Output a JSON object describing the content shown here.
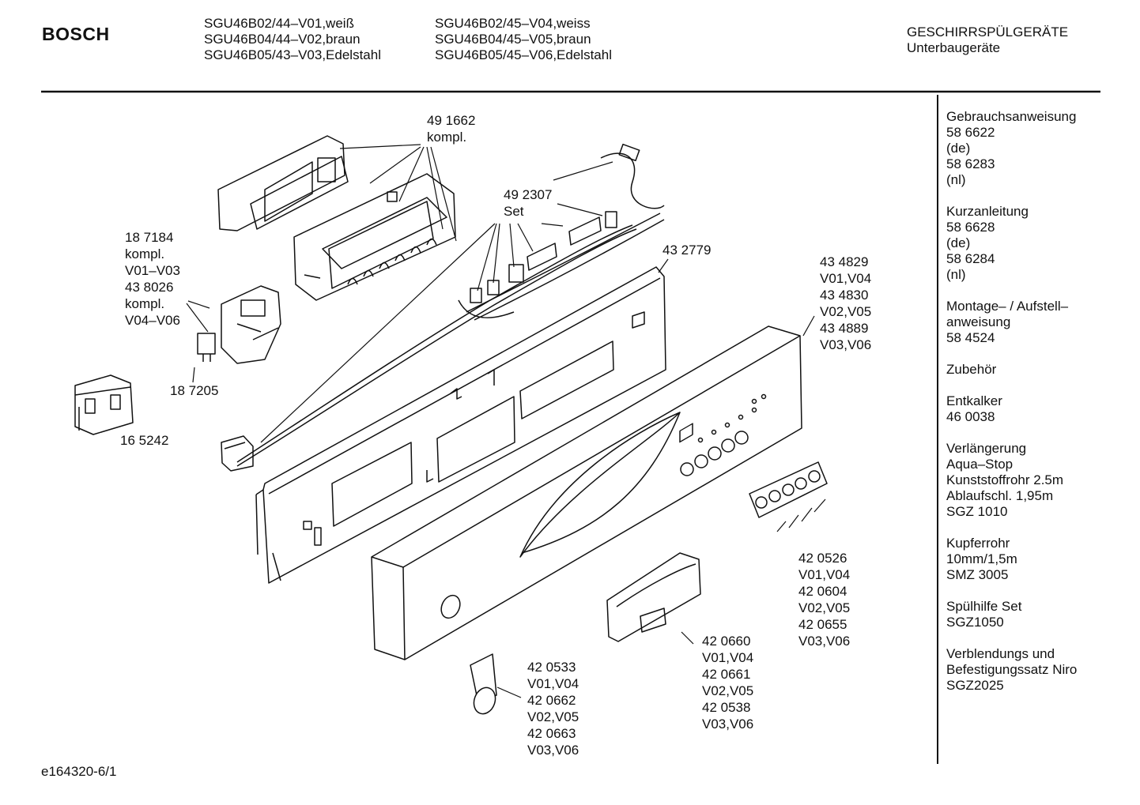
{
  "header": {
    "brand": "BOSCH",
    "models_col1": [
      "SGU46B02/44–V01,weiß",
      "SGU46B04/44–V02,braun",
      "SGU46B05/43–V03,Edelstahl"
    ],
    "models_col2": [
      "SGU46B02/45–V04,weiss",
      "SGU46B04/45–V05,braun",
      "SGU46B05/45–V06,Edelstahl"
    ],
    "category": "GESCHIRRSPÜLGERÄTE",
    "subcategory": "Unterbaugeräte"
  },
  "parts": {
    "p491662": [
      "49 1662",
      "kompl."
    ],
    "p492307": [
      "49 2307",
      "Set"
    ],
    "p432779": [
      "43 2779"
    ],
    "p187184": [
      "18 7184",
      "kompl.",
      "V01–V03",
      "43 8026",
      "kompl.",
      "V04–V06"
    ],
    "p187205": [
      "18 7205"
    ],
    "p165242": [
      "16 5242"
    ],
    "p434829": [
      "43 4829",
      "V01,V04",
      "43 4830",
      "V02,V05",
      "43 4889",
      "V03,V06"
    ],
    "p420526": [
      "42 0526",
      "V01,V04",
      "42 0604",
      "V02,V05",
      "42 0655",
      "V03,V06"
    ],
    "p420660": [
      "42 0660",
      "V01,V04",
      "42 0661",
      "V02,V05",
      "42 0538",
      "V03,V06"
    ],
    "p420533": [
      "42 0533",
      "V01,V04",
      "42 0662",
      "V02,V05",
      "42 0663",
      "V03,V06"
    ]
  },
  "sidebar": [
    [
      "Gebrauchsanweisung",
      "58 6622",
      "(de)",
      "58 6283",
      "(nl)"
    ],
    [
      "Kurzanleitung",
      "58 6628",
      "(de)",
      "58 6284",
      "(nl)"
    ],
    [
      "Montage– / Aufstell–",
      "anweisung",
      "58 4524"
    ],
    [
      "Zubehör"
    ],
    [
      "Entkalker",
      "46 0038"
    ],
    [
      "Verlängerung",
      "Aqua–Stop",
      "Kunststoffrohr 2.5m",
      "Ablaufschl. 1,95m",
      "SGZ 1010"
    ],
    [
      "Kupferrohr",
      "10mm/1,5m",
      "SMZ 3005"
    ],
    [
      "Spülhilfe Set",
      "SGZ1050"
    ],
    [
      "Verblendungs und",
      "Befestigungssatz Niro",
      "SGZ2025"
    ]
  ],
  "footer": {
    "code": "e164320-6/1"
  }
}
